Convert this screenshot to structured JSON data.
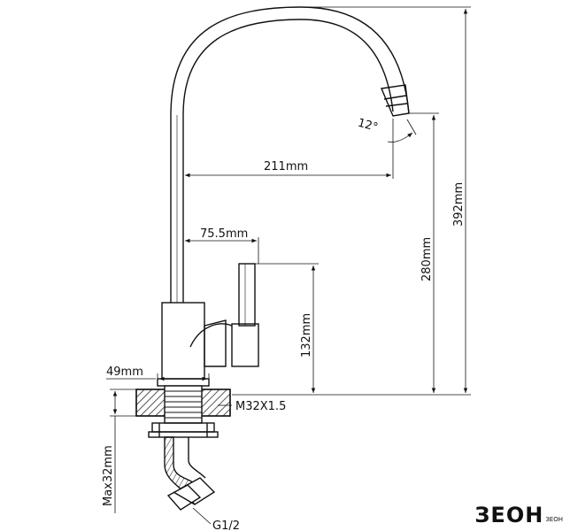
{
  "dimensions": {
    "spout_reach": "211mm",
    "body_offset": "75.5mm",
    "handle_height": "132mm",
    "base_width": "49mm",
    "spout_height": "280mm",
    "total_height": "392mm",
    "mount_thickness": "Max32mm",
    "thread": "M32X1.5",
    "spout_angle": "12°",
    "hose_thread": "G1/2"
  },
  "logo": {
    "main": "ЗЕОН",
    "sub": "ЗЕОН"
  },
  "colors": {
    "line": "#111111",
    "hatch": "#555555",
    "background": "#ffffff"
  }
}
